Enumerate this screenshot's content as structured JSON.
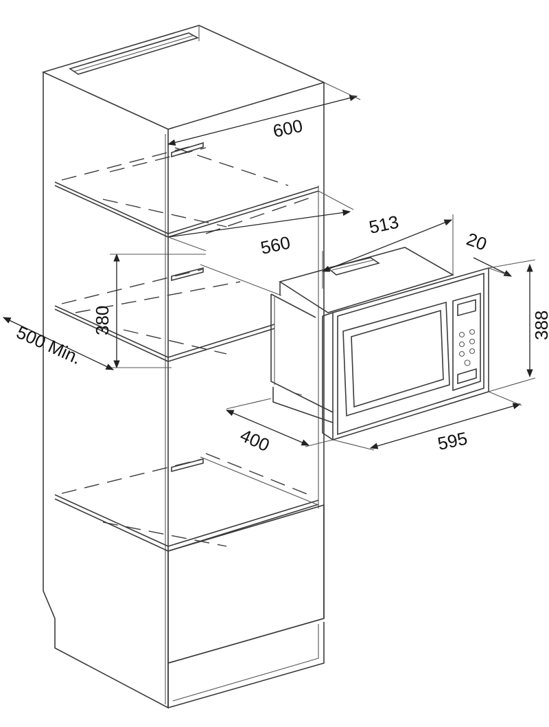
{
  "colors": {
    "line": "#3a3a3a",
    "text": "#111111",
    "background": "#ffffff"
  },
  "dimensions": {
    "cabinet_width": "600",
    "cabinet_inner_depth": "560",
    "niche_height": "380",
    "cabinet_min_depth": "500 Min.",
    "microwave_body_width": "513",
    "frame_depth": "20",
    "frame_height": "388",
    "frame_width": "595",
    "body_depth": "400"
  }
}
